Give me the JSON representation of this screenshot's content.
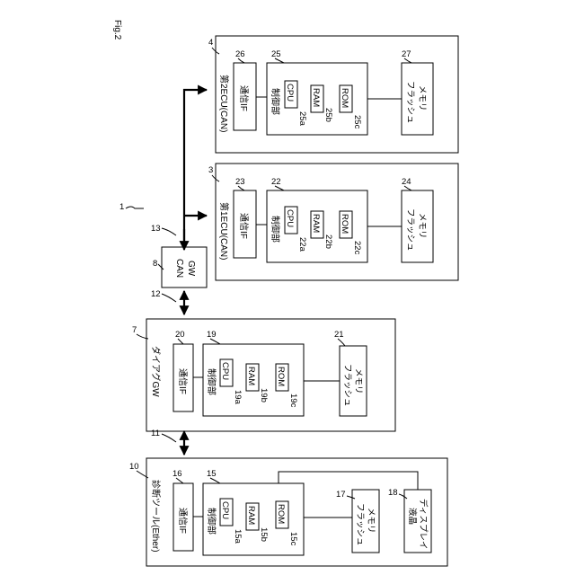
{
  "figure_label": "Fig.2",
  "system_ref": "1",
  "can_gw": {
    "ref": "8",
    "line1": "CAN",
    "line2": "GW"
  },
  "bus_refs": {
    "ether_bus": "11",
    "can_bus_lower": "12",
    "can_bus_upper": "13"
  },
  "diag_tool": {
    "ref": "10",
    "title": "診断ツール(Ether)",
    "comm_if": {
      "ref": "16",
      "label": "通信IF"
    },
    "controller": {
      "ref": "15",
      "label": "制御部",
      "cpu": {
        "label": "CPU",
        "ref": "15a"
      },
      "ram": {
        "label": "RAM",
        "ref": "15b"
      },
      "rom": {
        "label": "ROM",
        "ref": "15c"
      }
    },
    "flash": {
      "ref": "17",
      "line1": "フラッシュ",
      "line2": "メモリ"
    },
    "display": {
      "ref": "18",
      "line1": "液晶",
      "line2": "ディスプレイ"
    }
  },
  "diag_gw": {
    "ref": "7",
    "title": "ダイアグGW",
    "comm_if": {
      "ref": "20",
      "label": "通信IF"
    },
    "controller": {
      "ref": "19",
      "label": "制御部",
      "cpu": {
        "label": "CPU",
        "ref": "19a"
      },
      "ram": {
        "label": "RAM",
        "ref": "19b"
      },
      "rom": {
        "label": "ROM",
        "ref": "19c"
      }
    },
    "flash": {
      "ref": "21",
      "line1": "フラッシュ",
      "line2": "メモリ"
    }
  },
  "ecu1": {
    "ref": "3",
    "title": "第1ECU(CAN)",
    "comm_if": {
      "ref": "23",
      "label": "通信IF"
    },
    "controller": {
      "ref": "22",
      "label": "制御部",
      "cpu": {
        "label": "CPU",
        "ref": "22a"
      },
      "ram": {
        "label": "RAM",
        "ref": "22b"
      },
      "rom": {
        "label": "ROM",
        "ref": "22c"
      }
    },
    "flash": {
      "ref": "24",
      "line1": "フラッシュ",
      "line2": "メモリ"
    }
  },
  "ecu2": {
    "ref": "4",
    "title": "第2ECU(CAN)",
    "comm_if": {
      "ref": "26",
      "label": "通信IF"
    },
    "controller": {
      "ref": "25",
      "label": "制御部",
      "cpu": {
        "label": "CPU",
        "ref": "25a"
      },
      "ram": {
        "label": "RAM",
        "ref": "25b"
      },
      "rom": {
        "label": "ROM",
        "ref": "25c"
      }
    },
    "flash": {
      "ref": "27",
      "line1": "フラッシュ",
      "line2": "メモリ"
    }
  }
}
